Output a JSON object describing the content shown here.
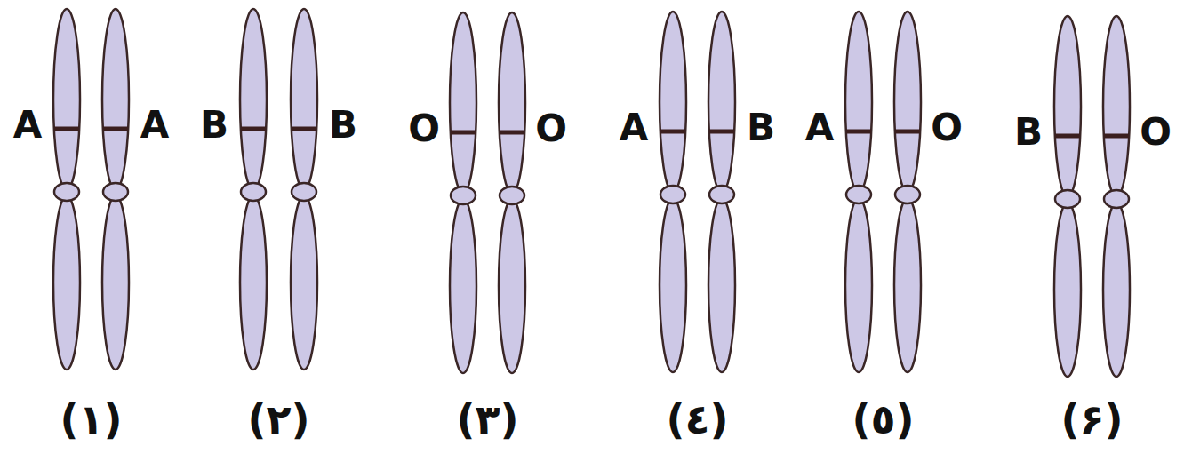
{
  "diagram": {
    "labels": [
      "A",
      "A",
      "(١)",
      "B",
      "B",
      "(٢)",
      "O",
      "O",
      "(٣)",
      "A",
      "B",
      "(٤)",
      "A",
      "O",
      "(٥)",
      "B",
      "O",
      "(۶)"
    ]
  }
}
